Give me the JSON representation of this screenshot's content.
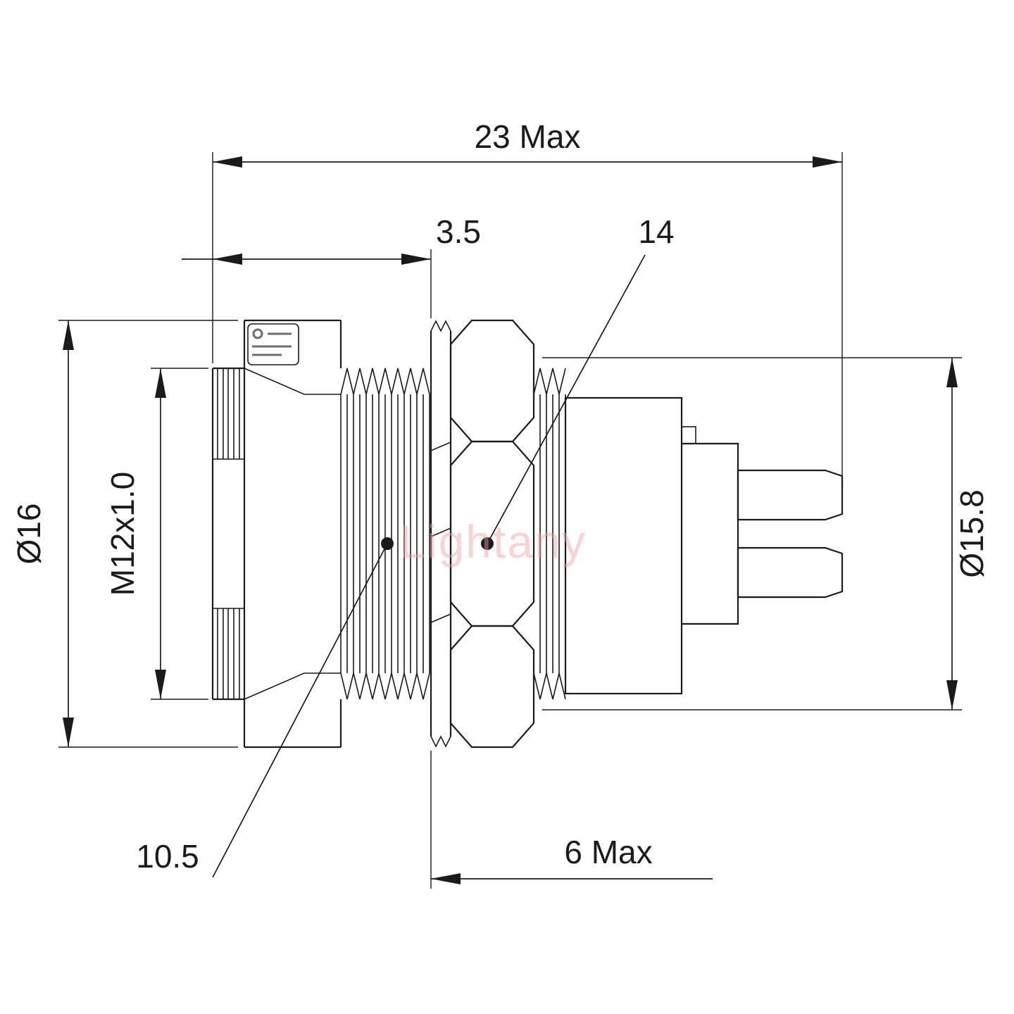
{
  "watermark": {
    "text": "Lightany",
    "color": "#ED9E9E"
  },
  "dimensions": {
    "total_width": "23 Max",
    "front_length": "3.5",
    "nut_across_flats": "14",
    "body_diameter": "Ø16",
    "thread_spec": "M12x1.0",
    "bore_diameter": "10.5",
    "rear_max_length": "6 Max",
    "rear_diameter": "Ø15.8"
  },
  "colors": {
    "line": "#1B1B1B",
    "background": "#FFFFFF"
  }
}
